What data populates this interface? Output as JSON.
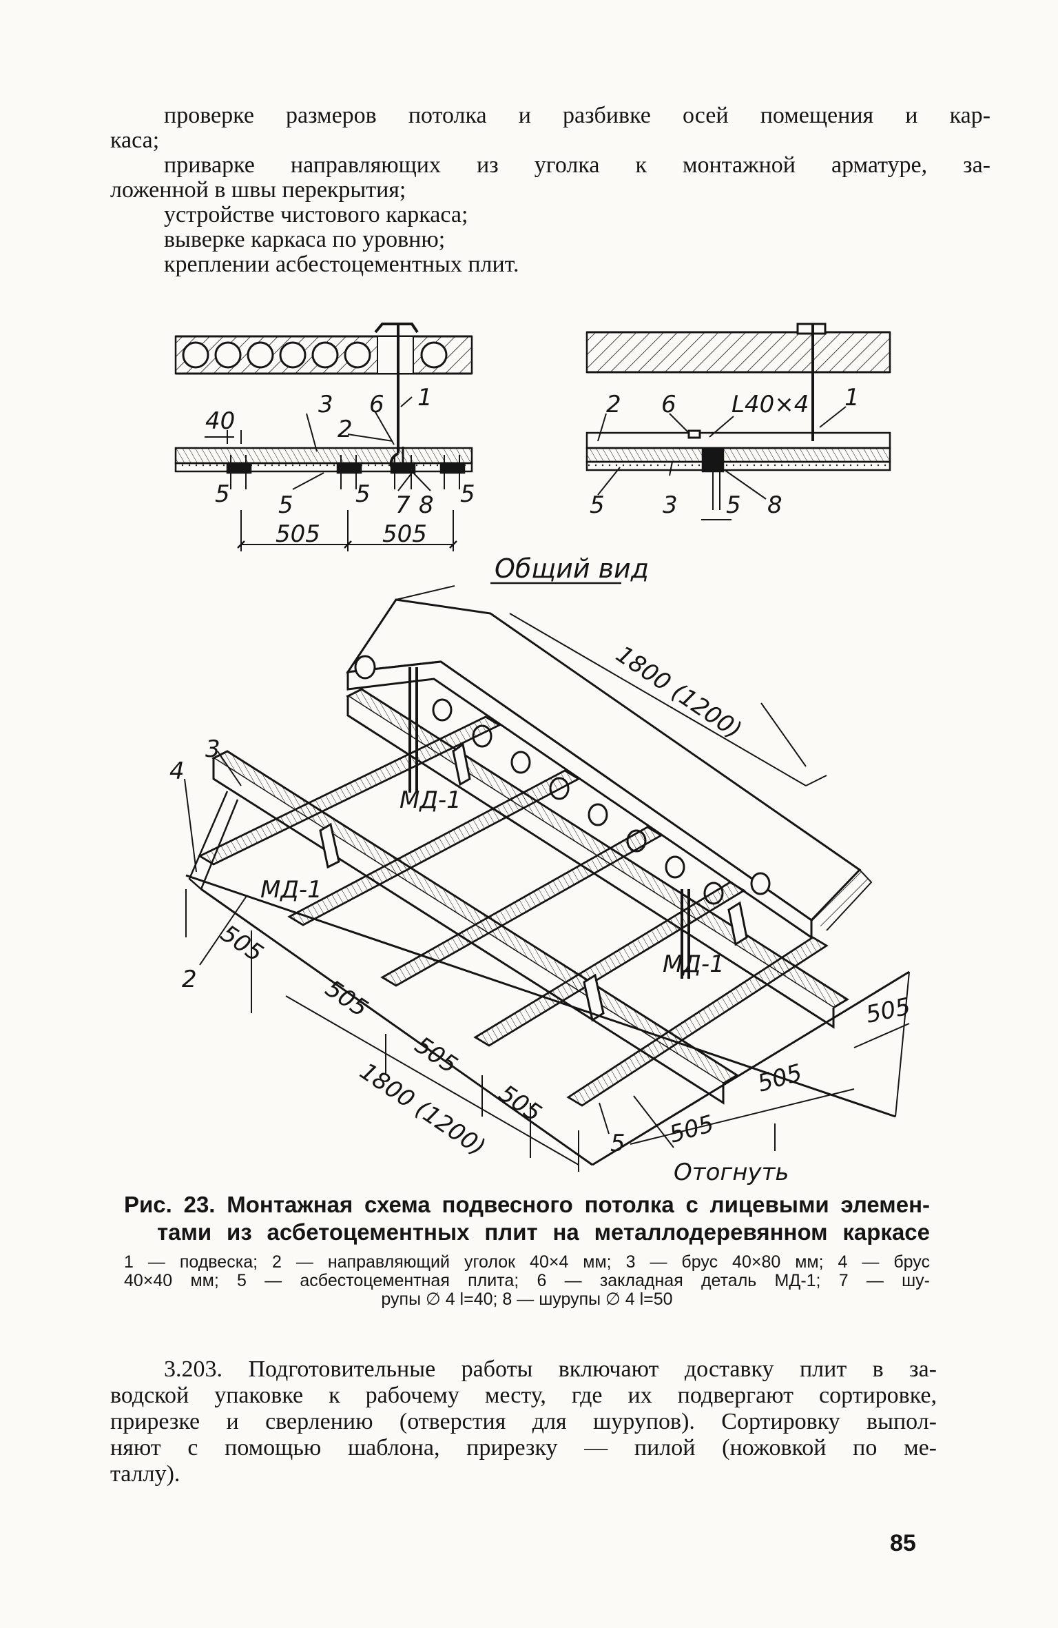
{
  "intro": {
    "l1": "проверке размеров потолка и разбивке осей помещения и кар-",
    "l2": "каса;",
    "l3": "приварке направляющих из уголка к монтажной арматуре, за-",
    "l4": "ложенной в швы перекрытия;",
    "l5": "устройстве чистового каркаса;",
    "l6": "выверке каркаса по уровню;",
    "l7": "креплении асбестоцементных плит."
  },
  "figure": {
    "left_section": {
      "n1": "1",
      "n2": "2",
      "n3": "3",
      "n5a": "5",
      "n5b": "5",
      "n5c": "5",
      "n5d": "5",
      "n6": "6",
      "n7": "7",
      "n8": "8",
      "d40": "40",
      "d505a": "505",
      "d505b": "505"
    },
    "right_section": {
      "n1": "1",
      "n2": "2",
      "n3": "3",
      "n5a": "5",
      "n5b": "5",
      "n6": "6",
      "n8": "8",
      "angle": "L40×4"
    },
    "view_title": "Общий вид",
    "iso": {
      "top_dim": "1800 (1200)",
      "n2": "2",
      "n3": "3",
      "n4": "4",
      "n5": "5",
      "md1": "МД-1",
      "d505_1": "505",
      "d505_2": "505",
      "d505_3": "505",
      "d505_4": "505",
      "d505_5": "505",
      "d505_6": "505",
      "d505_7": "505",
      "bottom_dim": "1800 (1200)",
      "bend": "Отогнуть"
    }
  },
  "caption": {
    "title_1": "Рис. 23. Монтажная схема подвесного потолка с лицевыми элемен-",
    "title_2": "тами из асбетоцементных плит на металлодеревянном каркасе",
    "legend_1": "1 — подвеска; 2 — направляющий уголок 40×4 мм; 3 — брус 40×80 мм; 4 — брус",
    "legend_2": "40×40 мм; 5 — асбестоцементная плита; 6 — закладная деталь МД-1; 7 — шу-",
    "legend_3": "рупы ∅ 4 l=40; 8 — шурупы ∅ 4 l=50"
  },
  "paragraph": {
    "l1": "3.203. Подготовительные работы включают доставку плит в за-",
    "l2": "водской упаковке к рабочему месту, где их подвергают сортировке,",
    "l3": "прирезке и сверлению (отверстия для шурупов). Сортировку выпол-",
    "l4": "няют с помощью шаблона, прирезку — пилой (ножовкой по ме-",
    "l5": "таллу)."
  },
  "page_number": "85"
}
